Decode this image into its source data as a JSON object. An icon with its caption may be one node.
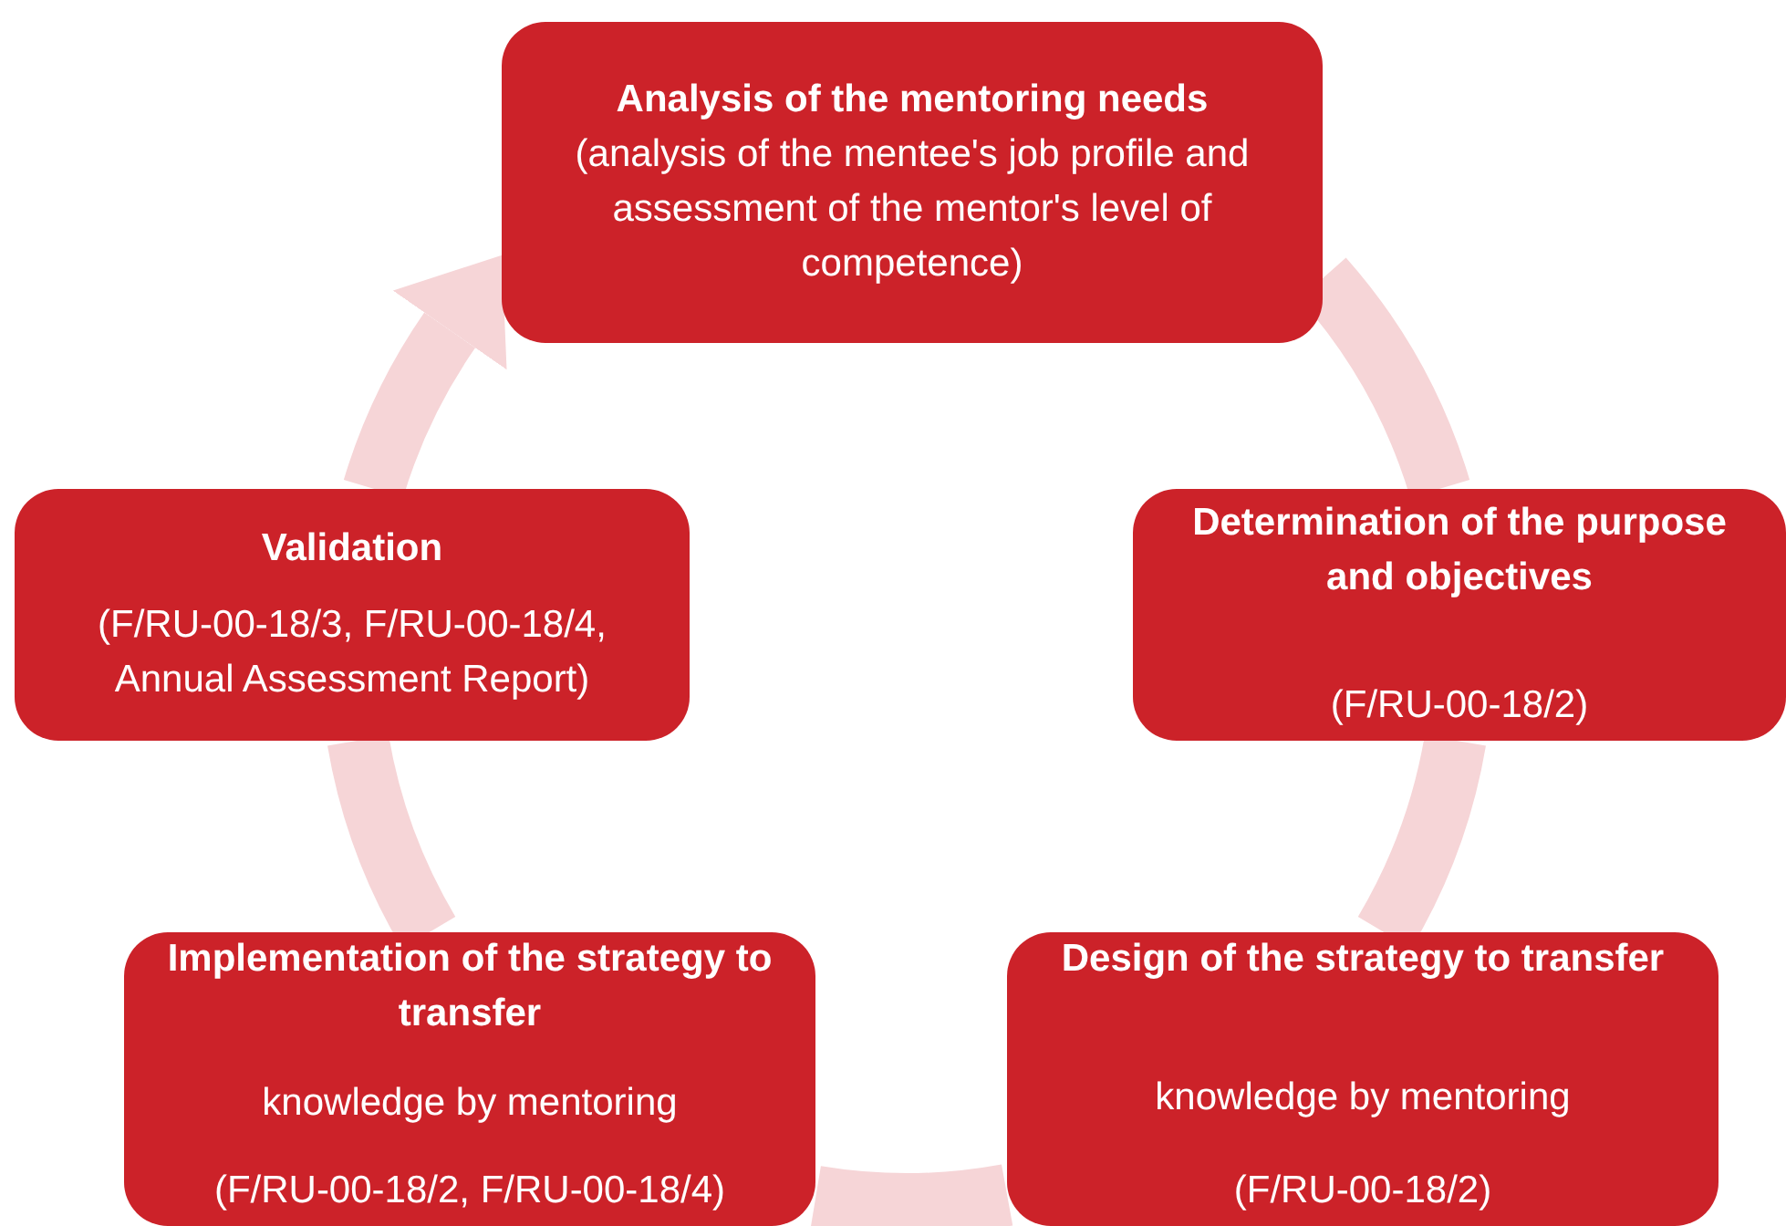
{
  "diagram": {
    "nodes": [
      {
        "text": [
          "Analysis of the mentoring needs",
          "(analysis of the mentee's job profile and assessment of the mentor's level of competence)"
        ]
      },
      {
        "text": [
          "Determination of the purpose and objectives",
          "(F/RU-00-18/2)"
        ]
      },
      {
        "text": [
          "Design of the strategy to transfer",
          "knowledge by mentoring",
          "(F/RU-00-18/2)"
        ]
      },
      {
        "text": [
          "Implementation of the strategy to transfer",
          "knowledge by mentoring",
          "(F/RU-00-18/2, F/RU-00-18/4)"
        ]
      },
      {
        "text": [
          "Validation",
          "(F/RU-00-18/3, F/RU-00-18/4, Annual Assessment Report)"
        ]
      }
    ],
    "edges": [
      {
        "from": 0,
        "to": 1,
        "arrow": "none"
      },
      {
        "from": 1,
        "to": 2,
        "arrow": "none"
      },
      {
        "from": 2,
        "to": 3,
        "arrow": "none"
      },
      {
        "from": 3,
        "to": 4,
        "arrow": "none"
      },
      {
        "from": 4,
        "to": 0,
        "arrow": "to"
      }
    ]
  }
}
